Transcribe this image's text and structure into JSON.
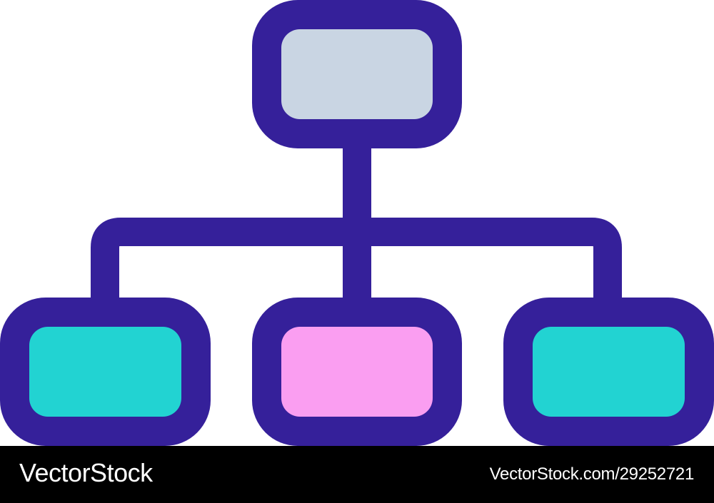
{
  "colors": {
    "outline": "#35209a",
    "top_node_fill": "#c9d5e3",
    "side_node_fill": "#22d3d2",
    "center_node_fill": "#fa9ef1",
    "background": "#ffffff",
    "footer_background": "#000000",
    "footer_text": "#ffffff"
  },
  "diagram": {
    "type": "hierarchy-tree-icon",
    "nodes": [
      {
        "id": "root",
        "level": 0,
        "fill": "#c9d5e3"
      },
      {
        "id": "left-child",
        "level": 1,
        "fill": "#22d3d2"
      },
      {
        "id": "center-child",
        "level": 1,
        "fill": "#fa9ef1"
      },
      {
        "id": "right-child",
        "level": 1,
        "fill": "#22d3d2"
      }
    ],
    "edges": [
      [
        "root",
        "left-child"
      ],
      [
        "root",
        "center-child"
      ],
      [
        "root",
        "right-child"
      ]
    ]
  },
  "watermark": {
    "brand": "VectorStock",
    "id_text": "VectorStock.com/29252721"
  }
}
